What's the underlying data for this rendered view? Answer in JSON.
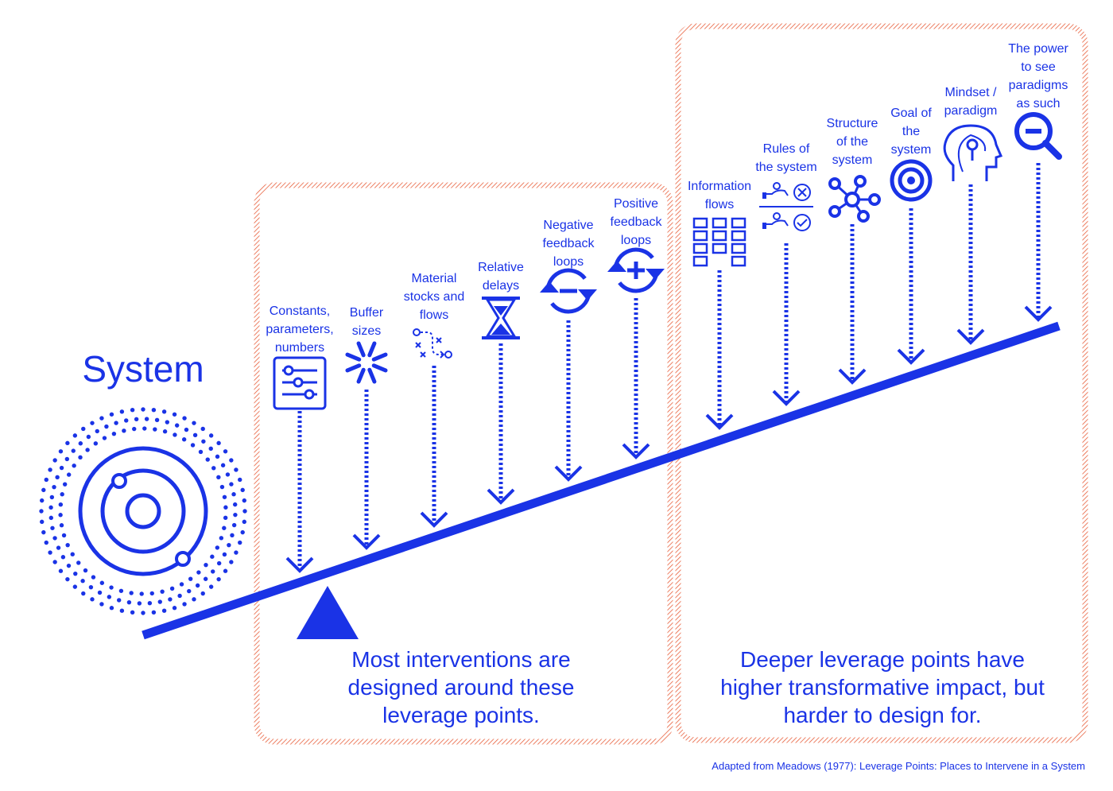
{
  "system_title": "System",
  "leverage_points": [
    {
      "id": "constants",
      "label": "Constants,\nparameters,\nnumbers",
      "icon": "sliders-icon"
    },
    {
      "id": "buffers",
      "label": "Buffer\nsizes",
      "icon": "burst-icon"
    },
    {
      "id": "stocks",
      "label": "Material\nstocks and\nflows",
      "icon": "path-flow-icon"
    },
    {
      "id": "delays",
      "label": "Relative\ndelays",
      "icon": "hourglass-icon"
    },
    {
      "id": "negative-loops",
      "label": "Negative\nfeedback\nloops",
      "icon": "minus-cycle-icon"
    },
    {
      "id": "positive-loops",
      "label": "Positive\nfeedback\nloops",
      "icon": "plus-cycle-icon"
    },
    {
      "id": "information-flows",
      "label": "Information\nflows",
      "icon": "grid-blocks-icon"
    },
    {
      "id": "rules",
      "label": "Rules of\nthe system",
      "icon": "rules-hands-icon"
    },
    {
      "id": "structure",
      "label": "Structure\nof the\nsystem",
      "icon": "network-icon"
    },
    {
      "id": "goal",
      "label": "Goal of\nthe\nsystem",
      "icon": "target-icon"
    },
    {
      "id": "mindset",
      "label": "Mindset /\nparadigm",
      "icon": "head-profile-icon"
    },
    {
      "id": "paradigm-power",
      "label": "The power\nto see\nparadigms\nas such",
      "icon": "magnifier-minus-icon"
    }
  ],
  "notes": {
    "left": "Most interventions are\ndesigned around these\nleverage points.",
    "right": "Deeper leverage points have\nhigher transformative impact, but\nharder to design for."
  },
  "credit": "Adapted from Meadows (1977): Leverage Points: Places to Intervene in a System",
  "colors": {
    "primary": "#1a33e6",
    "frame": "#e8603c",
    "background": "#ffffff"
  }
}
